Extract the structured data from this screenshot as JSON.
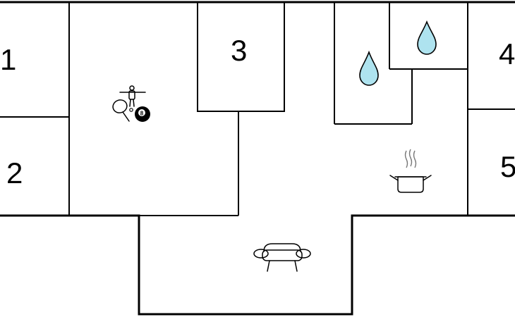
{
  "rooms": [
    {
      "label": "1"
    },
    {
      "label": "2"
    },
    {
      "label": "3"
    },
    {
      "label": "4"
    },
    {
      "label": "5"
    }
  ],
  "icons": {
    "game_room": "table-tennis-foosball-billiard-icon",
    "bathroom_1": "water-drop-icon",
    "bathroom_2": "water-drop-icon",
    "kitchen": "cooking-pot-icon",
    "living_room": "sofa-icon"
  },
  "colors": {
    "walls": "#000000",
    "water_drop": "#aee3ef",
    "background": "#ffffff"
  }
}
